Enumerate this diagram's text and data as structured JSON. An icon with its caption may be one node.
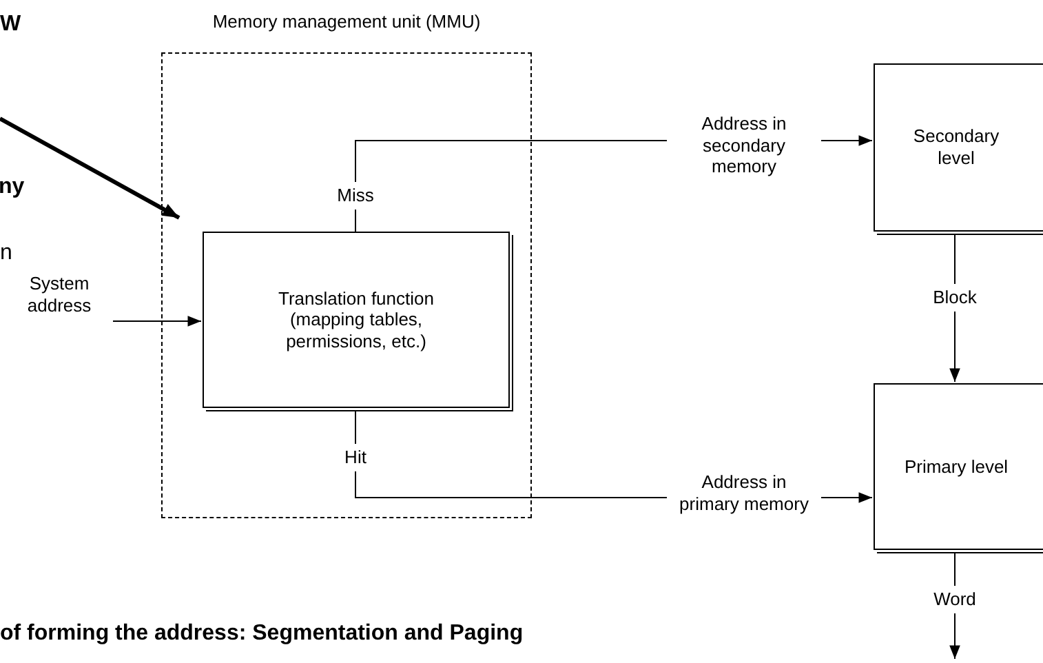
{
  "diagram": {
    "nodes": [
      {
        "text": [
          "Memory management unit (MMU)"
        ]
      },
      {
        "text": [
          "Translation function (mapping tables, permissions, etc.)"
        ],
        "in": 0
      },
      {
        "text": [
          "Secondary level"
        ]
      },
      {
        "text": [
          "Primary level"
        ]
      },
      {
        "text": [
          "System address"
        ]
      }
    ],
    "edges": [
      {
        "from": null,
        "to": 1,
        "arrow": "to",
        "style": "thick"
      },
      {
        "from": 4,
        "to": 1,
        "arrow": "to"
      },
      {
        "from": 1,
        "to": 2,
        "arrow": "to",
        "label": "Address in secondary memory"
      },
      {
        "from": 1,
        "to": 3,
        "arrow": "to",
        "label": "Address in primary memory"
      },
      {
        "from": 2,
        "to": 3,
        "arrow": "to",
        "label": "Block"
      },
      {
        "from": 3,
        "to": null,
        "arrow": "to",
        "label": "Word"
      }
    ],
    "labels": [
      "W",
      "ny",
      "n",
      "Miss",
      "Hit",
      "of forming the address: Segmentation and Paging"
    ]
  }
}
